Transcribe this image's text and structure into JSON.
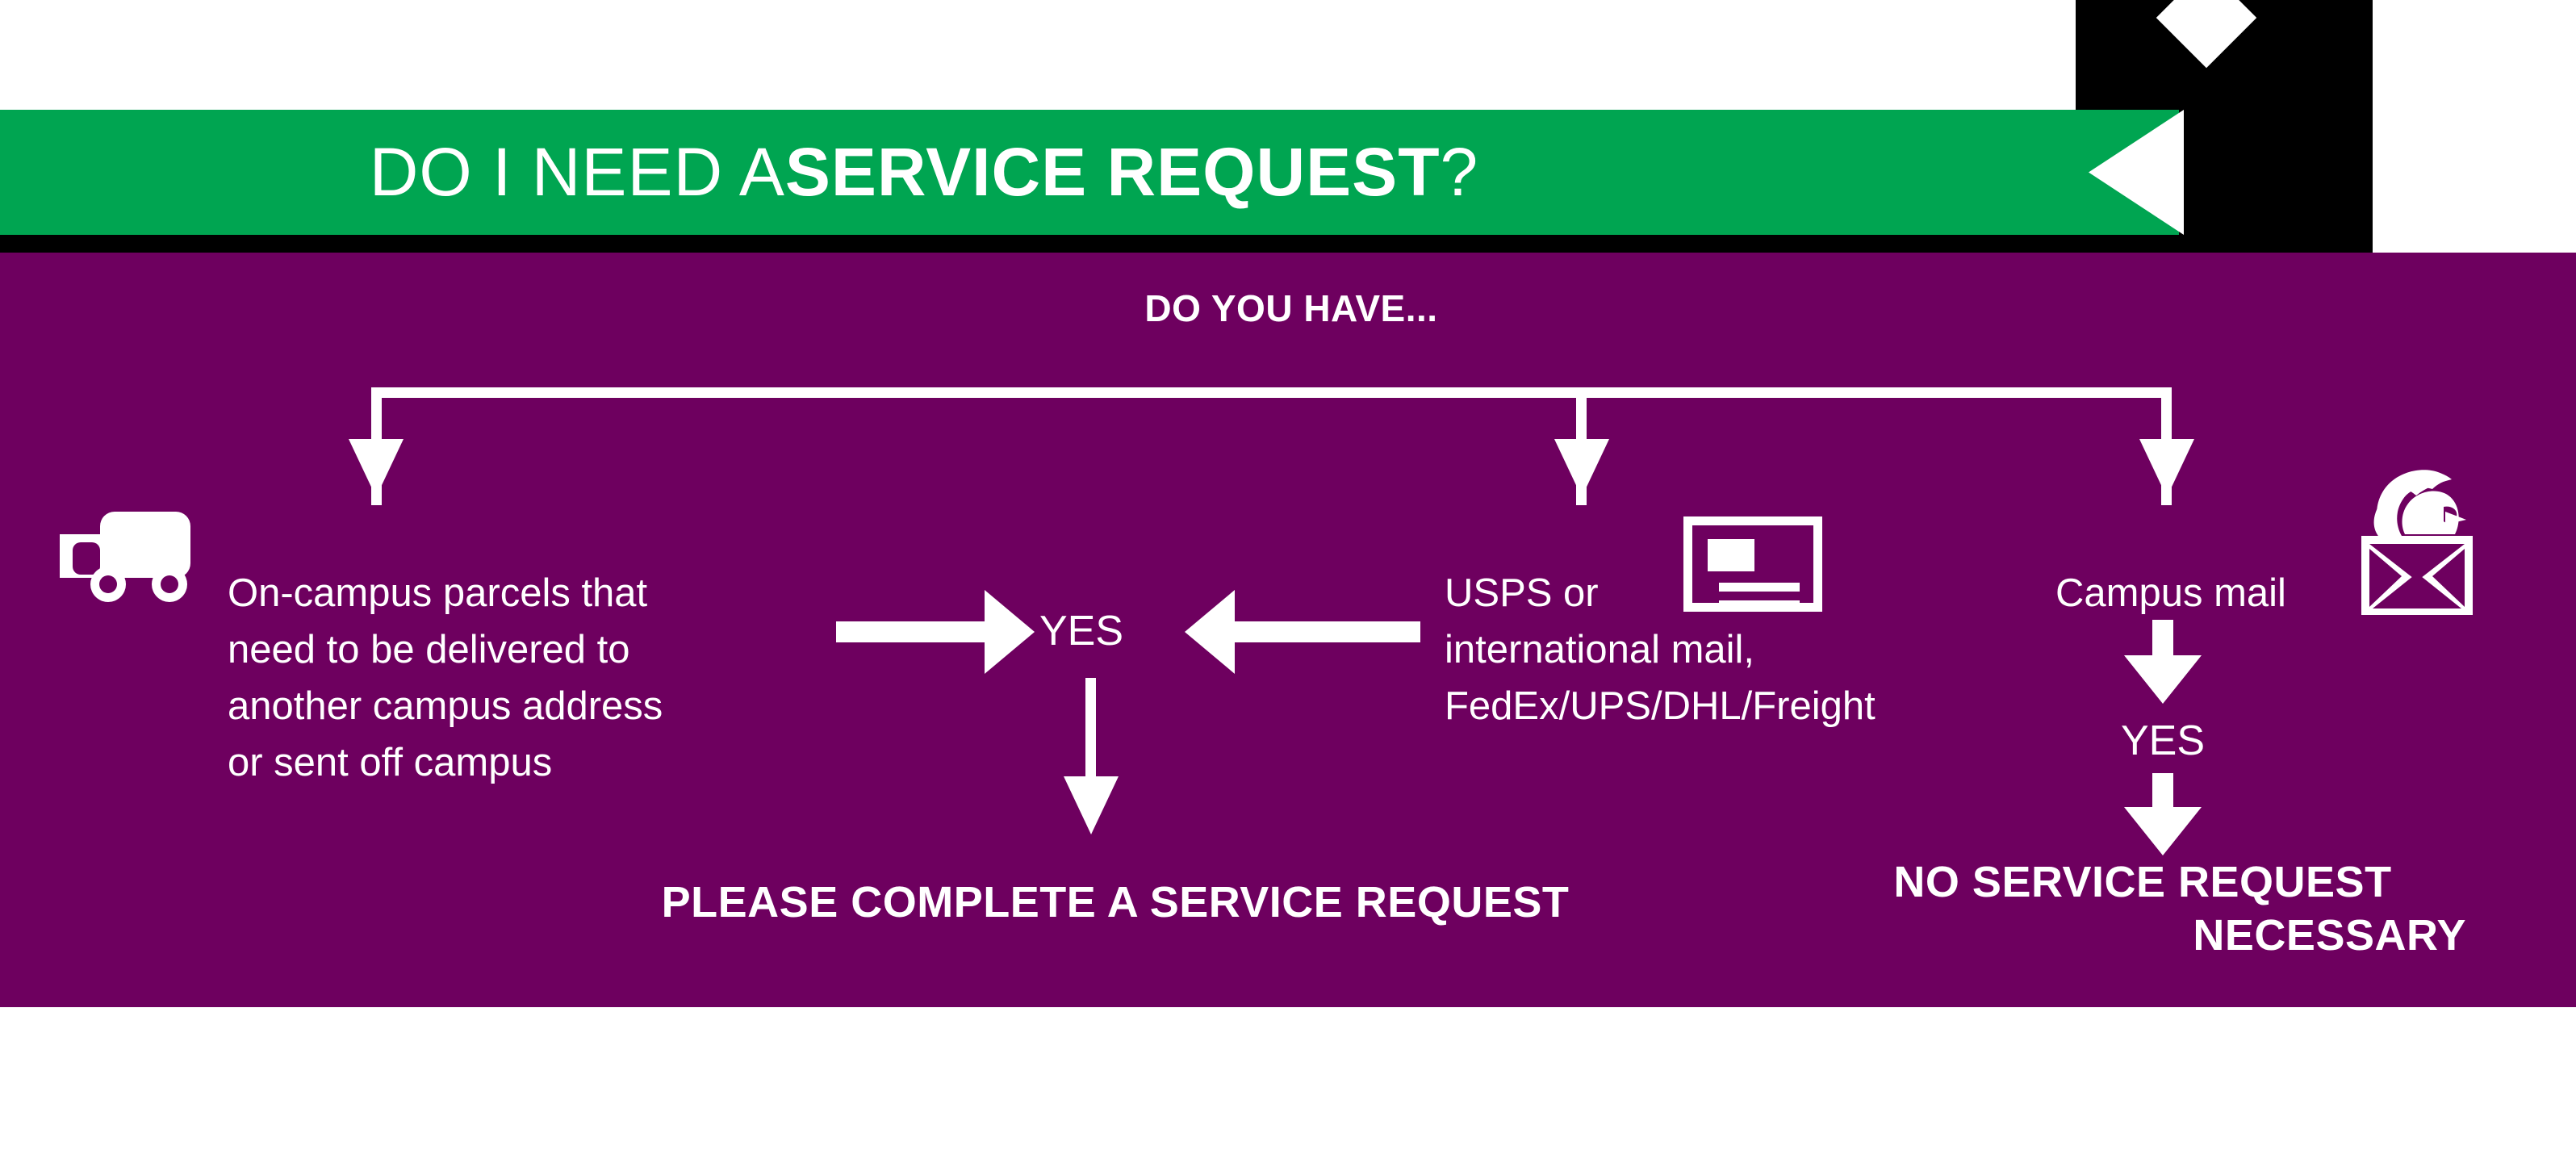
{
  "header": {
    "title_light": "DO I NEED A ",
    "title_bold": "SERVICE REQUEST",
    "title_tail": "?",
    "banner_color": "#00a551",
    "accent_black": "#000000"
  },
  "panel": {
    "background_color": "#6e005f",
    "heading": "DO YOU HAVE..."
  },
  "branches": [
    {
      "id": "parcels",
      "icon": "delivery-truck-icon",
      "text": "On-campus parcels that\nneed to be delivered to\nanother campus address\nor sent off campus"
    },
    {
      "id": "carrier-mail",
      "icon": "letter-icon",
      "text": "USPS or\ninternational mail,\nFedEx/UPS/DHL/Freight"
    },
    {
      "id": "campus-mail",
      "icon": "spartan-envelope-icon",
      "text": "Campus mail"
    }
  ],
  "decisions": {
    "center_yes": "YES",
    "campus_yes": "YES"
  },
  "outcomes": {
    "left": "PLEASE COMPLETE A SERVICE REQUEST",
    "right_line1": "NO SERVICE REQUEST",
    "right_line2": "NECESSARY"
  }
}
